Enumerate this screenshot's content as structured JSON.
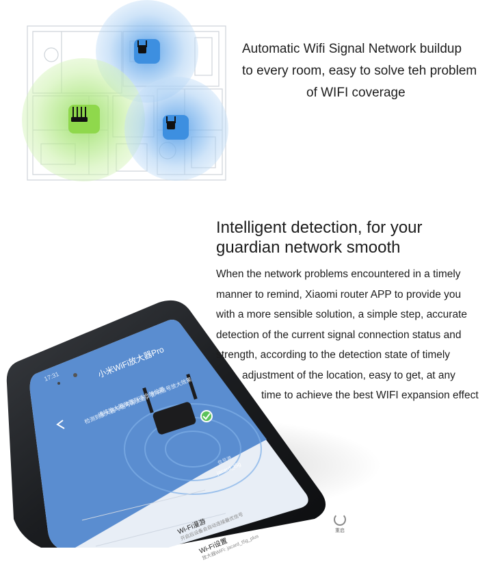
{
  "sections": {
    "coverage": {
      "headline": [
        "Automatic Wifi Signal Network buildup",
        "to every room, easy to solve teh problem",
        "of WIFI coverage"
      ]
    },
    "detection": {
      "title_lines": [
        "Intelligent detection, for your",
        "guardian network smooth"
      ],
      "body_lines": [
        "When the network problems encountered in a timely",
        "manner to remind, Xiaomi router APP to provide you",
        "with a more sensible solution, a simple step, accurate",
        "detection of the current signal connection status and",
        "strength, according to the detection state of timely",
        "adjustment of the location, easy to get, at any",
        "time to achieve the best WIFI expansion effect"
      ]
    }
  },
  "phone_screen": {
    "status_time": "17:31",
    "app_title": "小米WiFi放大器Pro",
    "tip_line_1": "检测到放大器与信号源太近，影响信号放大效果",
    "tip_line_2": "请将放大器放置到适合的位置",
    "network_label": "信号源",
    "network_name": "jacard_t5g",
    "row_1_title": "Wi-Fi漫游",
    "row_1_sub": "开启后设备会自动连接最优信号",
    "row_2_title": "Wi-Fi设置",
    "row_2_sub": "放大器WiFi: jacard_t5g_plus",
    "side_label": "重启"
  },
  "colors": {
    "blue_signal": "#3d8fe0",
    "green_signal": "#8fd84c",
    "screen_blue": "#5b8fd0"
  }
}
